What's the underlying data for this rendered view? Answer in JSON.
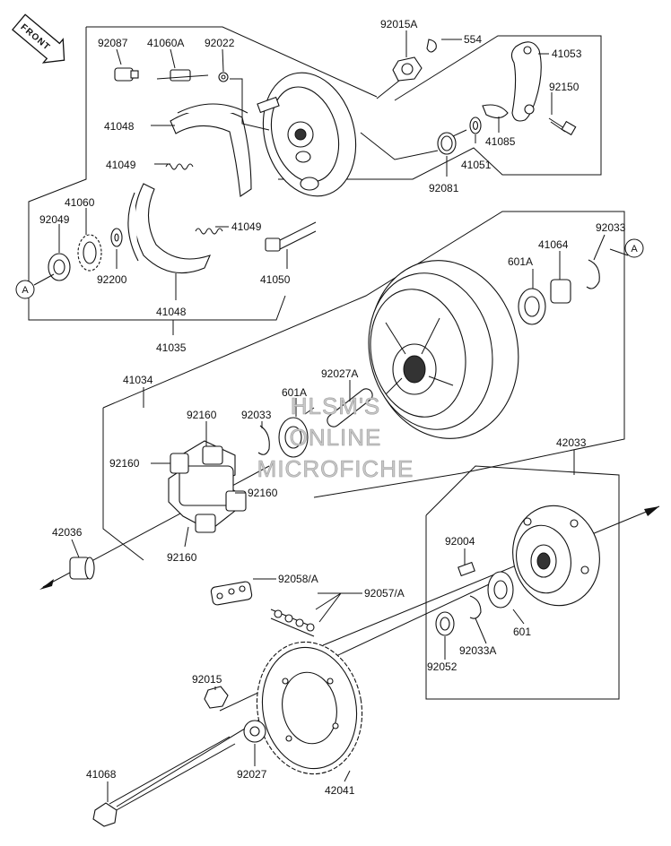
{
  "watermark": {
    "lines": [
      "HLSM'S",
      "ONLINE",
      "MICROFICHE"
    ]
  },
  "front_label": "FRONT",
  "ref_label": "A",
  "part_numbers": {
    "p92087": "92087",
    "p41060A": "41060A",
    "p92022": "92022",
    "p92015A": "92015A",
    "p554": "554",
    "p41053": "41053",
    "p41048_top": "41048",
    "p92150": "92150",
    "p41049_top": "41049",
    "p41085": "41085",
    "p41051": "41051",
    "p92081": "92081",
    "p41060": "41060",
    "p92049": "92049",
    "p41049_mid": "41049",
    "p92200": "92200",
    "p41050": "41050",
    "p41048_bot": "41048",
    "p41035": "41035",
    "p92033_top": "92033",
    "p41064": "41064",
    "p601A_top": "601A",
    "p41034": "41034",
    "p92027A": "92027A",
    "p601A_mid": "601A",
    "p92160_a": "92160",
    "p92033_mid": "92033",
    "p92160_b": "92160",
    "p92160_c": "92160",
    "p92160_d": "92160",
    "p42033": "42033",
    "p42036": "42036",
    "p92004": "92004",
    "p92058A": "92058/A",
    "p92057A": "92057/A",
    "p601": "601",
    "p92033A": "92033A",
    "p92052": "92052",
    "p92015": "92015",
    "p92027": "92027",
    "p41068": "41068",
    "p42041": "42041"
  }
}
